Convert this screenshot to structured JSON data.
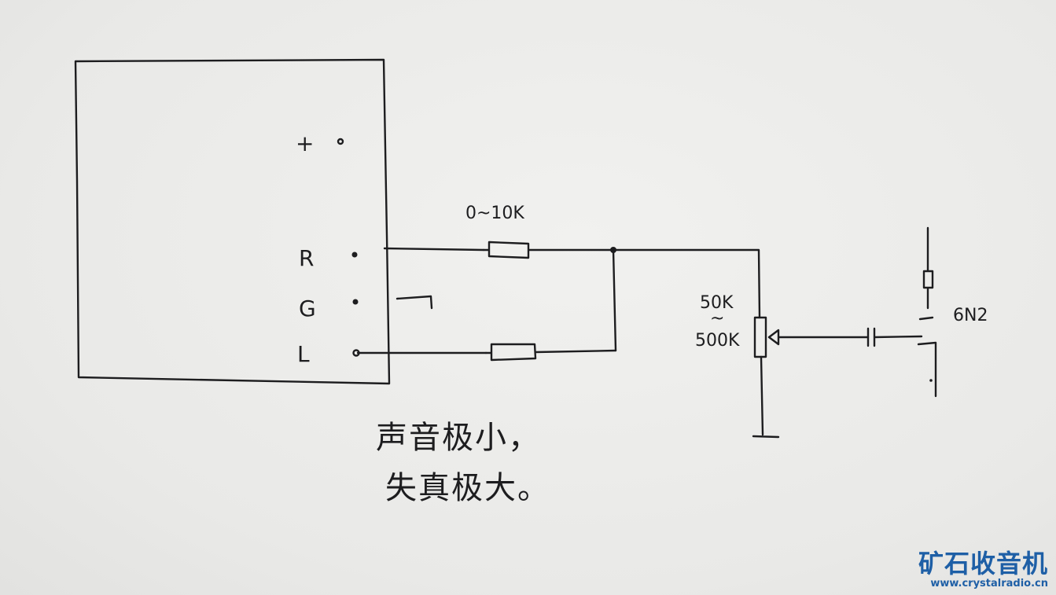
{
  "block_terminals": {
    "plus": "+",
    "r": "R",
    "g": "G",
    "l": "L"
  },
  "resistor_value": "0~10K",
  "pot_value_low": "50K",
  "pot_tilde": "~",
  "pot_value_high": "500K",
  "tube_label": "6N2",
  "note_line1": "声音极小，",
  "note_line2": "失真极大。",
  "watermark": {
    "logo": "矿石收音机",
    "url": "www.crystalradio.cn"
  }
}
